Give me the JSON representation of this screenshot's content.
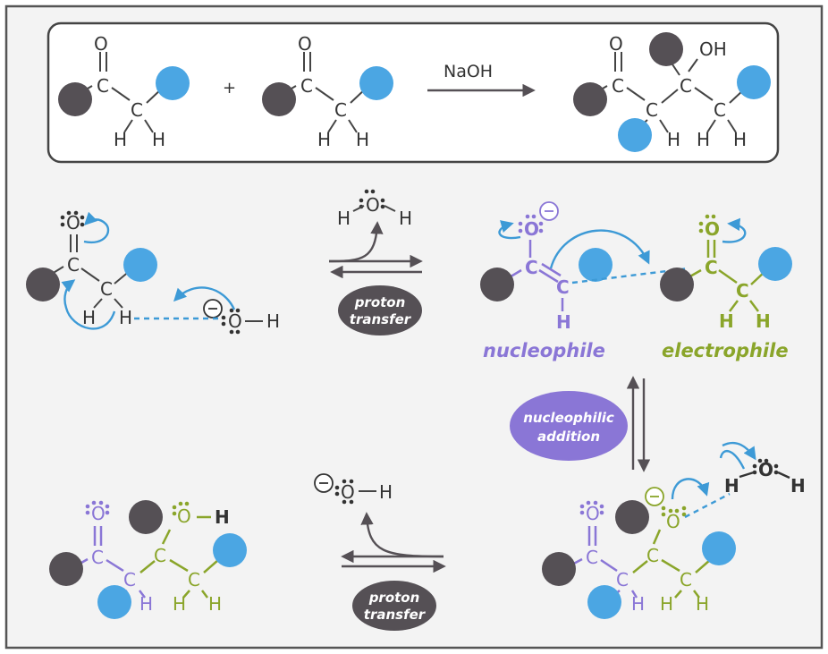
{
  "overall": {
    "reagent": "NaOH",
    "plus": "+"
  },
  "atoms": {
    "O": "O",
    "C": "C",
    "H": "H",
    "OH": "OH"
  },
  "labels": {
    "proton_transfer_line1": "proton",
    "proton_transfer_line2": "transfer",
    "nucleophile": "nucleophile",
    "electrophile": "electrophile",
    "nucleophilic_line1": "nucleophilic",
    "nucleophilic_line2": "addition"
  },
  "colors": {
    "frame": "#555555",
    "panel_bg": "#f3f3f3",
    "dark_group": "#555055",
    "blue_group": "#4ba6e3",
    "arrow_blue": "#3d9ad6",
    "purple": "#8a76d6",
    "green": "#8aa52a",
    "pill_dark": "#555055",
    "pill_purple": "#8a76d6"
  }
}
